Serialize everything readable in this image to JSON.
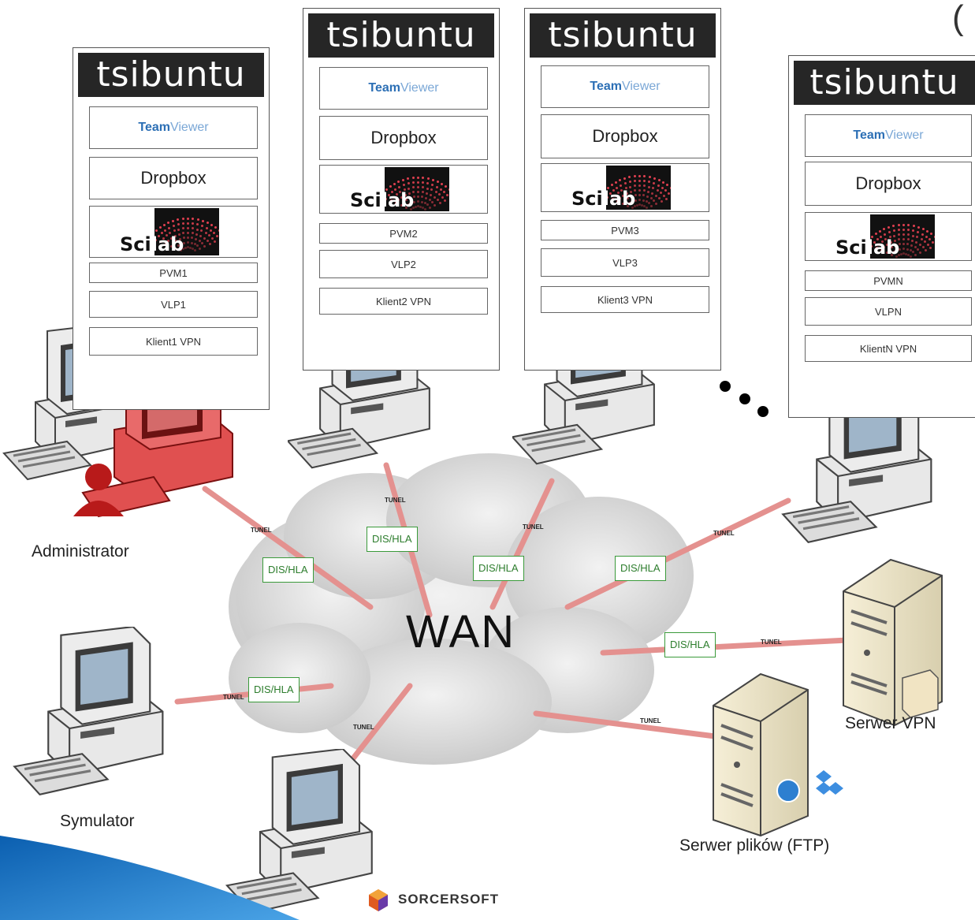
{
  "stacks": [
    {
      "title": "tsibuntu",
      "teamviewer": [
        "Team",
        "Viewer"
      ],
      "dropbox": "Dropbox",
      "scilab": [
        "Sci",
        "lab"
      ],
      "pvm": "PVM1",
      "vlp": "VLP1",
      "klient": "Klient1 VPN"
    },
    {
      "title": "tsibuntu",
      "teamviewer": [
        "Team",
        "Viewer"
      ],
      "dropbox": "Dropbox",
      "scilab": [
        "Sci",
        "lab"
      ],
      "pvm": "PVM2",
      "vlp": "VLP2",
      "klient": "Klient2 VPN"
    },
    {
      "title": "tsibuntu",
      "teamviewer": [
        "Team",
        "Viewer"
      ],
      "dropbox": "Dropbox",
      "scilab": [
        "Sci",
        "lab"
      ],
      "pvm": "PVM3",
      "vlp": "VLP3",
      "klient": "Klient3 VPN"
    },
    {
      "title": "tsibuntu",
      "teamviewer": [
        "Team",
        "Viewer"
      ],
      "dropbox": "Dropbox",
      "scilab": [
        "Sci",
        "lab"
      ],
      "pvm": "PVMN",
      "vlp": "VLPN",
      "klient": "KlientN VPN"
    }
  ],
  "network": {
    "cloud_label": "WAN",
    "protocol_label": "DIS/HLA",
    "tunnel_label": "TUNEL"
  },
  "nodes": {
    "administrator": "Administrator",
    "symulator": "Symulator",
    "serwer_vpn": "Serwer VPN",
    "serwer_plikow": "Serwer plików (FTP)"
  },
  "top_right_fragment": "(",
  "footer": {
    "logo": "SORCERSOFT"
  },
  "colors": {
    "link": "#e4918f",
    "admin": "#d42a2a",
    "protocol_border": "#3a9a3a",
    "accent_bar": "#1f78c8"
  }
}
